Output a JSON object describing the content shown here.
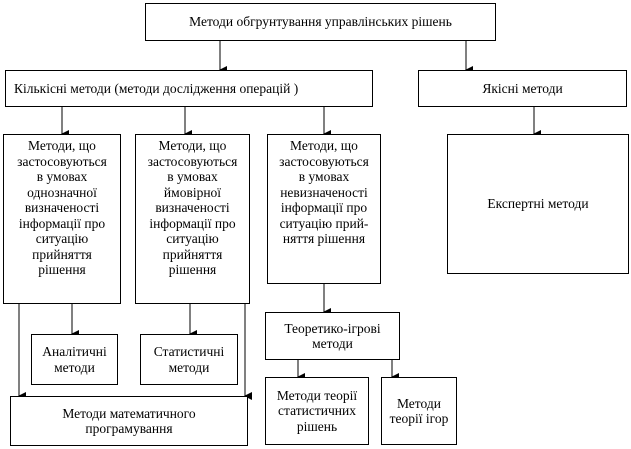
{
  "nodes": {
    "root": "Методи обгрунтування управлінських рішень",
    "quantitative": "Кількісні методи (методи дослідження операцій )",
    "qualitative": "Якісні методи",
    "certainty": "Методи, що\nзастосовуються\nв умовах\nоднозначної\nвизначеності\nінформації про\nситуацію\nприйняття\nрішення",
    "probabilistic": "Методи, що\nзастосовуються\nв умовах\nймовірної\nвизначеності\nінформації про\nситуацію\nприйняття\nрішення",
    "uncertainty": "Методи, що\nзастосовуються\nв умовах\nневизначеності\nінформації про\nситуацію прий-\nняття рішення",
    "expert": "Експертні методи",
    "analytical": "Аналітичні\nметоди",
    "statistical": "Статистичні\nметоди",
    "game_theoretic": "Теоретико-ігрові\nметоди",
    "math_programming": "Методи математичного\nпрограмування",
    "stat_decision_theory": "Методи теорії\nстатистичних\nрішень",
    "game_theory": "Методи\nтеорії ігор"
  }
}
